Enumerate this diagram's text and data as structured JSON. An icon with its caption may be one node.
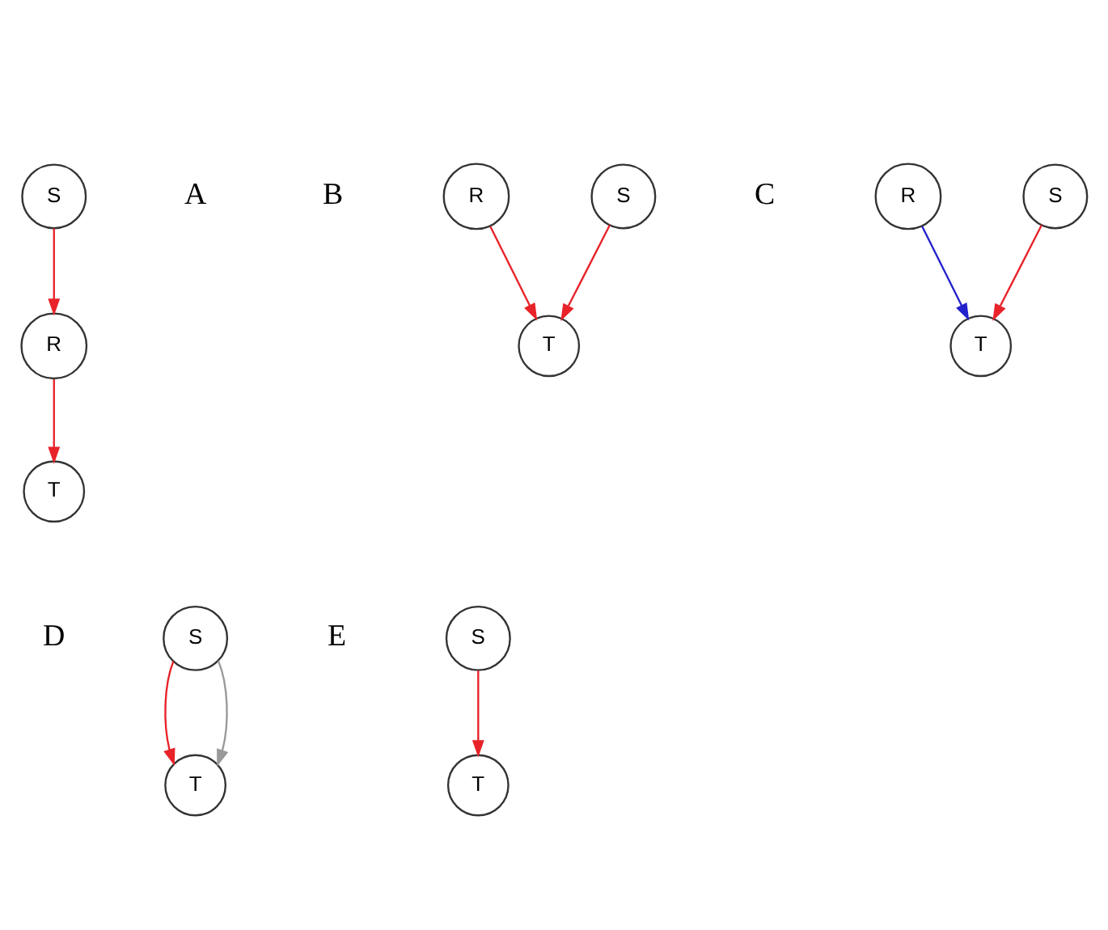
{
  "diagram": {
    "nodes": [
      {
        "text": [
          "S"
        ]
      },
      {
        "text": [
          "R"
        ]
      },
      {
        "text": [
          "T"
        ]
      },
      {
        "text": [
          "S"
        ]
      },
      {
        "text": [
          "R"
        ]
      },
      {
        "text": [
          "T"
        ]
      },
      {
        "text": [
          "S"
        ]
      },
      {
        "text": [
          "R"
        ]
      },
      {
        "text": [
          "T"
        ]
      },
      {
        "text": [
          "S"
        ]
      },
      {
        "text": [
          "T"
        ]
      },
      {
        "text": [
          "S"
        ]
      },
      {
        "text": [
          "T"
        ]
      }
    ],
    "edges": [
      {
        "from": 0,
        "to": 1,
        "arrow": "to"
      },
      {
        "from": 1,
        "to": 2,
        "arrow": "to"
      },
      {
        "from": 3,
        "to": 5,
        "arrow": "to"
      },
      {
        "from": 4,
        "to": 5,
        "arrow": "to"
      },
      {
        "from": 6,
        "to": 8,
        "arrow": "to"
      },
      {
        "from": 7,
        "to": 8,
        "arrow": "to",
        "color": "#2222cc"
      },
      {
        "from": 9,
        "to": 10,
        "arrow": "to"
      },
      {
        "from": 9,
        "to": 10,
        "arrow": "to",
        "color": "#999999"
      },
      {
        "from": 11,
        "to": 12,
        "arrow": "to"
      }
    ],
    "labels": [
      "A",
      "B",
      "C",
      "D",
      "E"
    ]
  }
}
